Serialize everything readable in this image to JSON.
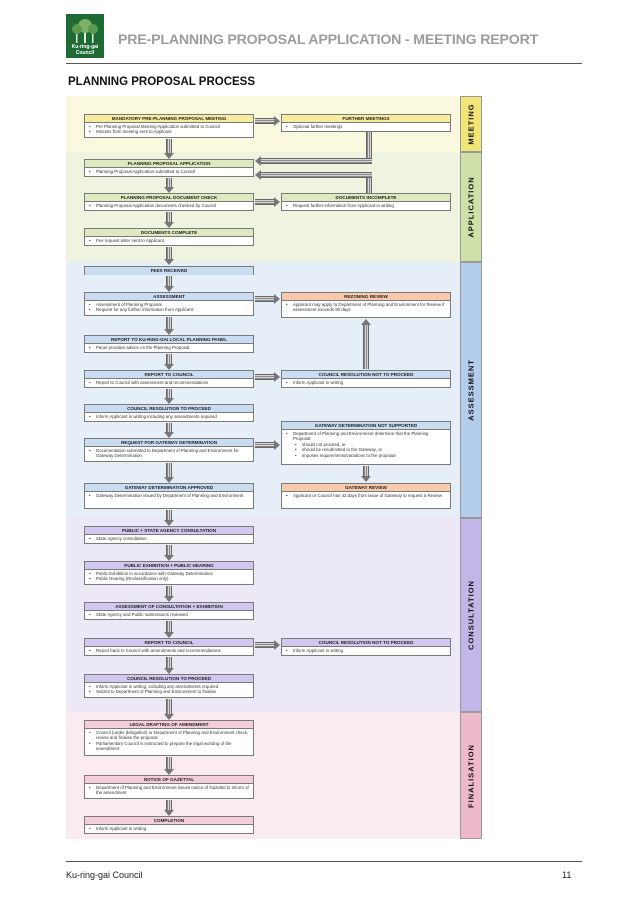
{
  "header": {
    "logo_text": "Ku-ring-gai Council",
    "title": "PRE-PLANNING PROPOSAL APPLICATION - MEETING REPORT",
    "section_heading": "PLANNING PROPOSAL PROCESS"
  },
  "colors": {
    "meeting": "#f5ec9e",
    "application": "#dde9bf",
    "assessment": "#c9dcf2",
    "review": "#f9c9ac",
    "consultation": "#d2c7ee",
    "finalisation": "#f4cddc"
  },
  "stages": {
    "meeting": "MEETING",
    "application": "APPLICATION",
    "assessment": "ASSESSMENT",
    "consultation": "CONSULTATION",
    "finalisation": "FINALISATION"
  },
  "boxes": {
    "mandatory_meeting": {
      "title": "MANDATORY PRE-PLANNING PROPOSAL MEETING",
      "items": [
        "Pre Planning Proposal Meeting Application submitted to Council",
        "Minutes from meeting sent to Applicant"
      ]
    },
    "further_meetings": {
      "title": "FURTHER MEETINGS",
      "items": [
        "Optional further meetings"
      ]
    },
    "pp_application": {
      "title": "PLANNING PROPOSAL APPLICATION",
      "items": [
        "Planning Proposal Application submitted to Council"
      ]
    },
    "pp_document_check": {
      "title": "PLANNING PROPOSAL DOCUMENT CHECK",
      "items": [
        "Planning Proposal Application documents checked by Council"
      ]
    },
    "documents_incomplete": {
      "title": "DOCUMENTS INCOMPLETE",
      "items": [
        "Request further information from Applicant in writing"
      ]
    },
    "documents_complete": {
      "title": "DOCUMENTS COMPLETE",
      "items": [
        "Fee request letter sent to Applicant"
      ]
    },
    "fees_received": {
      "title": "FEES RECEIVED"
    },
    "assessment": {
      "title": "ASSESSMENT",
      "items": [
        "Assessment of Planning Proposal",
        "Request for any further information from Applicant"
      ]
    },
    "rezoning_review": {
      "title": "REZONING REVIEW",
      "items": [
        "Applicant may apply to Department of Planning and Environment for Review if assessment exceeds 90 days"
      ]
    },
    "report_panel": {
      "title": "REPORT TO KU-RING-GAI LOCAL PLANNING PANEL",
      "items": [
        "Panel provides advice on the Planning Proposal"
      ]
    },
    "report_council_1": {
      "title": "REPORT TO COUNCIL",
      "items": [
        "Report to Council with assessment and recommendations"
      ]
    },
    "council_not_proceed_1": {
      "title": "COUNCIL RESOLUTION NOT TO PROCEED",
      "items": [
        "Inform Applicant in writing"
      ]
    },
    "council_proceed_1": {
      "title": "COUNCIL RESOLUTION TO PROCEED",
      "items": [
        "Inform Applicant in writing including any amendments required"
      ]
    },
    "gateway_not_supported": {
      "title": "GATEWAY DETERMINATION NOT SUPPORTED",
      "items": [
        "Department of Planning and Environment determine that the Planning Proposal:"
      ],
      "subitems": [
        "should not proceed, or",
        "should be resubmitted to the Gateway, or",
        "imposes requirements/variations to the proposal"
      ]
    },
    "request_gateway": {
      "title": "REQUEST FOR GATEWAY DETERMINATION",
      "items": [
        "Documentation submitted to Department of Planning and Environment for Gateway Determination"
      ]
    },
    "gateway_approved": {
      "title": "GATEWAY DETERMINATION APPROVED",
      "items": [
        "Gateway Determination issued by Department of Planning and Environment"
      ]
    },
    "gateway_review": {
      "title": "GATEWAY REVIEW",
      "items": [
        "Applicant or Council has 42 days from issue of Gateway to request a Review"
      ]
    },
    "public_agency": {
      "title": "PUBLIC + STATE AGENCY CONSULTATION",
      "items": [
        "State Agency consultation"
      ]
    },
    "public_exhibition": {
      "title": "PUBLIC EXHIBITION + PUBLIC HEARING",
      "items": [
        "Public Exhibition in accordance with Gateway Determination",
        "Public Hearing (Reclassification only)"
      ]
    },
    "assessment_consultation": {
      "title": "ASSESSMENT OF CONSULTATION + EXHIBITION",
      "items": [
        "State Agency and Public submissions reviewed"
      ]
    },
    "report_council_2": {
      "title": "REPORT TO COUNCIL",
      "items": [
        "Report back to Council with amendments and recommendations"
      ]
    },
    "council_not_proceed_2": {
      "title": "COUNCIL RESOLUTION NOT TO PROCEED",
      "items": [
        "Inform Applicant in writing"
      ]
    },
    "council_proceed_2": {
      "title": "COUNCIL RESOLUTION TO PROCEED",
      "items": [
        "Inform Applicant in writing, including any amendments required",
        "Submit to Department of Planning and Environment to finalise"
      ]
    },
    "legal_drafting": {
      "title": "LEGAL DRAFTING OF AMENDMENT",
      "items": [
        "Council (under delegation) or Department of Planning and Environment check, review and finalise the proposal",
        "Parliamentary Council is instructed to prepare the legal wording of the amendment"
      ]
    },
    "notice_gazettal": {
      "title": "NOTICE OF GAZETTAL",
      "items": [
        "Department of Planning and Environment issues notice of Gazettal to inform of the amendment"
      ]
    },
    "completion": {
      "title": "COMPLETION",
      "items": [
        "Inform Applicant in writing"
      ]
    }
  },
  "footer": {
    "org": "Ku-ring-gai Council",
    "page_number": "11"
  }
}
